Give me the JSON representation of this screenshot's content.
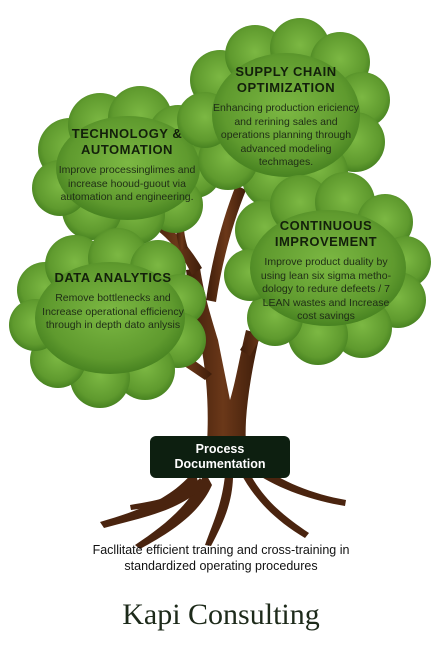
{
  "clouds": {
    "technology": {
      "title": "TECHNOLOGY & AUTOMATION",
      "body": "Improve processinglimes and increase hooud-guout via automation and engineering."
    },
    "supply_chain": {
      "title": "SUPPLY CHAIN OPTIMIZATION",
      "body": "Enhancing production ericiency and rerining sales and operations planning through advanced modeling techmages."
    },
    "data_analytics": {
      "title": "DATA ANALYTICS",
      "body": "Remove bottlenecks and Increase operational efficiency through in depth dato anlysis"
    },
    "continuous_improvement": {
      "title": "CONTINUOUS IMPROVEMENT",
      "body": "Improve product duality by using lean six sigma metho-dology to redure defeets / 7 LEAN wastes and Increase cost savings"
    }
  },
  "trunk_box": {
    "label": "Process Documentation"
  },
  "trunk_description": "Facllitate efficient training and cross-training in standardized operating procedures",
  "brand": "Kapi Consulting",
  "colors": {
    "foliage": "#5f9a2e",
    "foliage_dark": "#3f7a1c",
    "bark": "#5a2e14",
    "box": "#0d1f10"
  }
}
